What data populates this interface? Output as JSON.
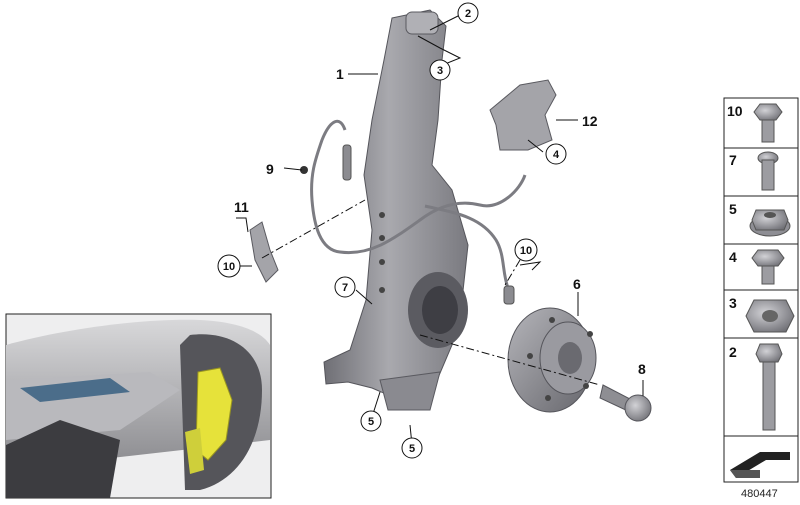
{
  "callouts": {
    "c1": "1",
    "c2": "2",
    "c3": "3",
    "c4": "4",
    "c5a": "5",
    "c5b": "5",
    "c6": "6",
    "c7": "7",
    "c8": "8",
    "c9": "9",
    "c10a": "10",
    "c10b": "10",
    "c11": "11",
    "c12": "12"
  },
  "legend": {
    "items": [
      {
        "num": "10",
        "icon": "flange-bolt-icon"
      },
      {
        "num": "7",
        "icon": "torx-bolt-icon"
      },
      {
        "num": "5",
        "icon": "flange-nut-icon"
      },
      {
        "num": "4",
        "icon": "hex-flange-bolt-icon"
      },
      {
        "num": "3",
        "icon": "hex-nut-icon"
      },
      {
        "num": "2",
        "icon": "long-bolt-icon"
      }
    ]
  },
  "diagram_code": "480447",
  "colors": {
    "part_gray": "#8f8f95",
    "caliper_yellow": "#e6e23a",
    "line": "#111111"
  }
}
